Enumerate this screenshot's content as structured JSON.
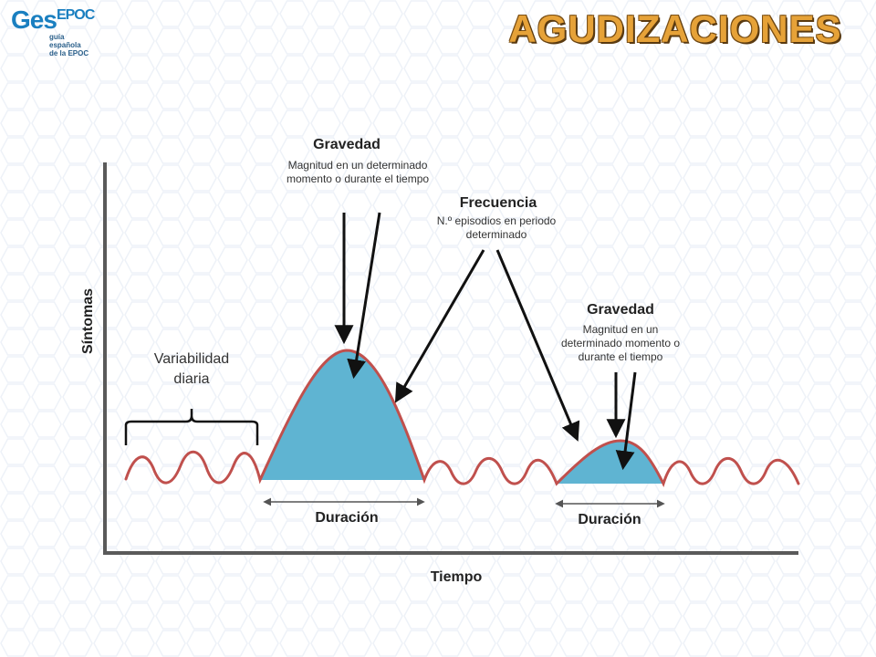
{
  "logo": {
    "main": "Ges",
    "sup": "EPOC",
    "sub_lines": [
      "guía",
      "española",
      "de la EPOC"
    ]
  },
  "title": "AGUDIZACIONES",
  "axes": {
    "y_label": "Síntomas",
    "x_label": "Tiempo"
  },
  "annotations": {
    "gravedad_1": {
      "title": "Gravedad",
      "text": "Magnitud en un determinado momento o durante el tiempo"
    },
    "frecuencia": {
      "title": "Frecuencia",
      "text": "N.º episodios en periodo determinado"
    },
    "gravedad_2": {
      "title": "Gravedad",
      "text": "Magnitud en un determinado momento o durante el tiempo"
    },
    "variabilidad": {
      "text": "Variabilidad diaria"
    },
    "duracion_1": "Duración",
    "duracion_2": "Duración"
  },
  "colors": {
    "title": "#e6a238",
    "curve": "#c0504d",
    "fill": "#5fb4d2",
    "axis": "#5a5a5a",
    "logo": "#1a7fc0"
  }
}
